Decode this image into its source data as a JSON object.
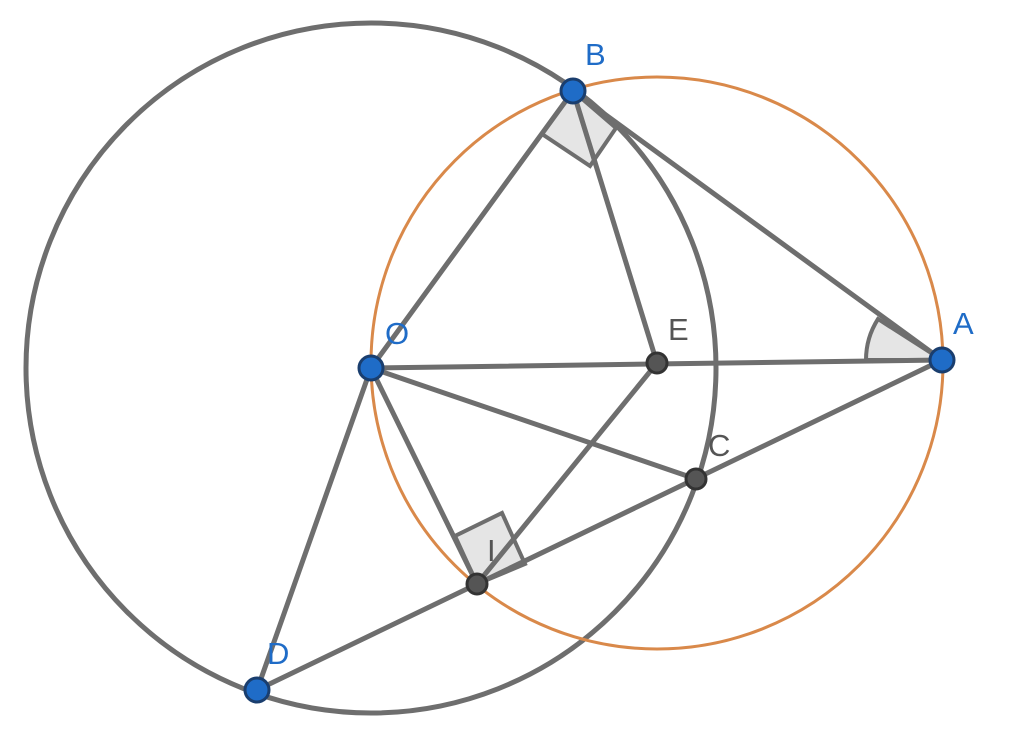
{
  "labels": {
    "O": "O",
    "B": "B",
    "A": "A",
    "E": "E",
    "C": "C",
    "I": "I",
    "D": "D"
  },
  "colors": {
    "line": "#6e6e6e",
    "orange_circle": "#d9894a",
    "blue_point": "#1f6cc7",
    "dark_point": "#555555",
    "marker_fill": "#e5e5e5",
    "label_blue": "#1f6cc7",
    "label_gray": "#555555"
  }
}
